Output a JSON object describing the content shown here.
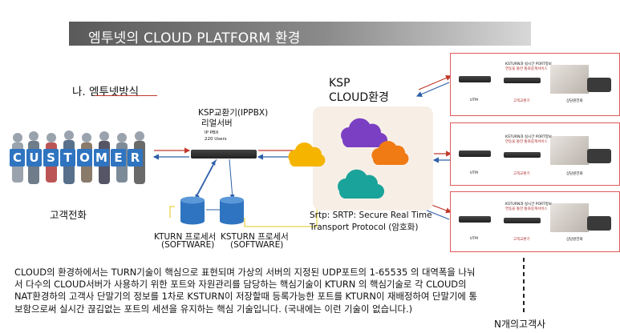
{
  "title": "엠투넷의 CLOUD PLATFORM 환경",
  "section_label": "나. 엠투넷방식",
  "customer": {
    "letters": [
      "C",
      "U",
      "S",
      "T",
      "O",
      "M",
      "E",
      "R"
    ],
    "phone_label": "고객전화"
  },
  "ippbx": {
    "label_line1": "KSP교환기(IPPBX)",
    "label_line2": "리얼서버",
    "spec_line1": "IP PBX",
    "spec_line2": "220 Users"
  },
  "kturn": {
    "line1": "KTURN 프로세서",
    "line2": "(SOFTWARE)"
  },
  "ksturn": {
    "line1": "KSTURN 프로세서",
    "line2": "(SOFTWARE)"
  },
  "cloud_env": {
    "line1": "KSP",
    "line2": "CLOUD환경"
  },
  "srtp": {
    "line1": "Srtp: SRTP: Secure Real Time",
    "line2": "Transport Protocol (암호화)"
  },
  "panels": [
    {
      "top_note_line1": "KSTURN과 실시간 PORT정보",
      "top_note_line2": "연동을 통한 통화중계서비스",
      "utm": "UTM",
      "switch": "고객교환기",
      "center": "상담원전화"
    },
    {
      "top_note_line1": "KSTURN과 실시간 PORT정보",
      "top_note_line2": "연동을 통한 통화중계서비스",
      "utm": "UTM",
      "switch": "고객교환기",
      "center": "상담원전화"
    },
    {
      "top_note_line1": "KSTURN과 실시간 PORT정보",
      "top_note_line2": "연동을 통한 통화중계서비스",
      "utm": "UTM",
      "switch": "고객교환기",
      "center": "상담원전화"
    }
  ],
  "n_customers": "N개의고객사",
  "description": "CLOUD의 환경하에서는 TURN기술이 핵심으로 표현되며 가상의 서버의 지정된 UDP포트의 1-65535 의 대역폭을 나눠서 다수의 CLOUD서버가 사용하기 위한 포트와 자원관리를 담당하는 핵심기술이 KTURN 의 핵심기술로 각 CLOUD의 NAT환경하의 고객사 단말기의 정보를 1차로 KSTURN이  저장할때 등록가능한 포트를 KTURN이 재배정하여 단말기에 통보함으로써 실시간 끊김없는 포트의 세션을 유지하는 핵심 기술입니다. (국내에는 이런 기술이 없습니다.)",
  "colors": {
    "cloud_purple": "#7a3fc2",
    "cloud_yellow": "#f5b400",
    "cloud_orange": "#f07a14",
    "cloud_teal": "#1aa39a",
    "db_blue": "#2f74c0",
    "arrow_red": "#c0392b",
    "arrow_blue": "#2e5fa8"
  }
}
